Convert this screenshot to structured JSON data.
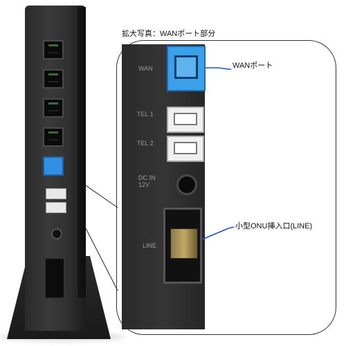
{
  "callout": {
    "title": "拡大写真：WANポート部分",
    "wan_label": "WANポート",
    "onu_label": "小型ONU挿入口(LINE)"
  },
  "zoom_labels": {
    "wan": "WAN",
    "tel1": "TEL 1",
    "tel2": "TEL 2",
    "dcin": "DC IN 12V",
    "line": "LINE"
  },
  "colors": {
    "wan_port": "#3aa0ea",
    "leader_line": "#1a4fd6",
    "router_body": "#2e2e2e"
  }
}
